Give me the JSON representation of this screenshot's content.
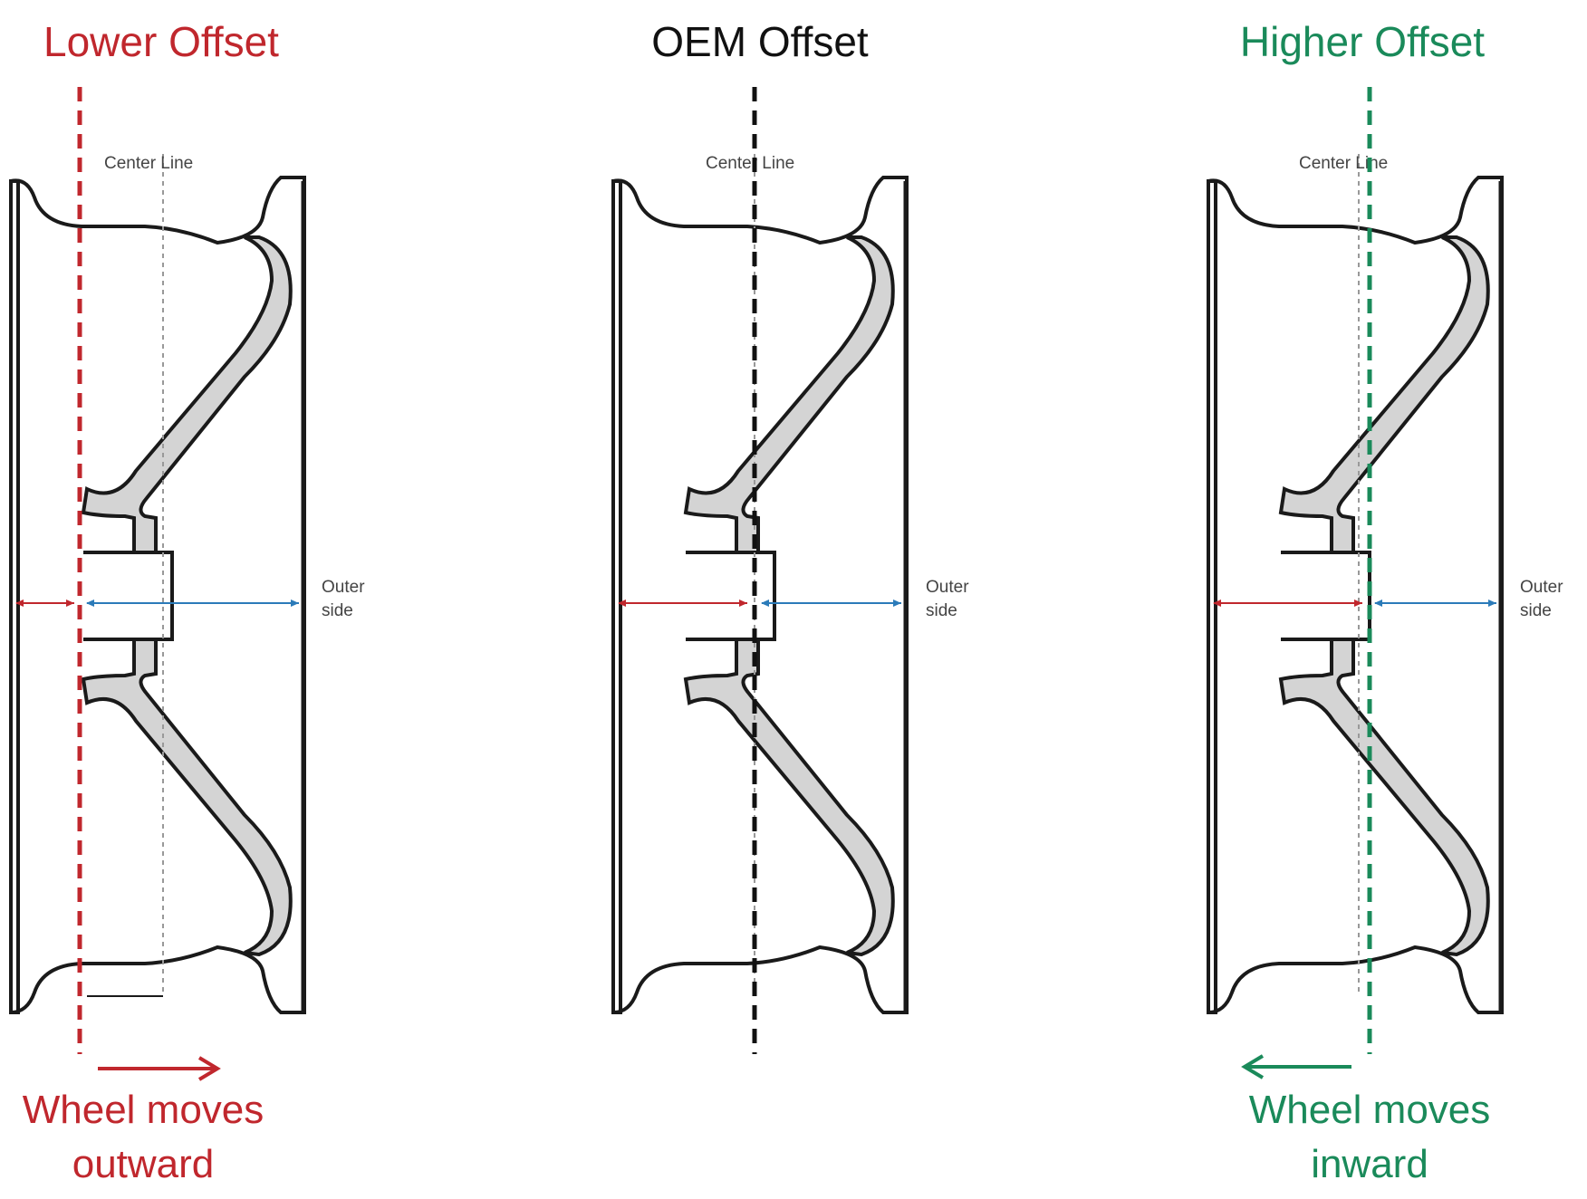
{
  "panels": [
    {
      "id": "lower",
      "title": "Lower Offset",
      "center_line_label": "Center Line",
      "outer_side_label": [
        "Outer",
        "side"
      ],
      "caption": [
        "Wheel moves",
        "outward"
      ],
      "color": "#c0272d",
      "arrow_direction": "right"
    },
    {
      "id": "oem",
      "title": "OEM Offset",
      "center_line_label": "Center Line",
      "outer_side_label": [
        "Outer",
        "side"
      ],
      "caption": [],
      "color": "#111111",
      "arrow_direction": "none"
    },
    {
      "id": "higher",
      "title": "Higher Offset",
      "center_line_label": "Center Line",
      "outer_side_label": [
        "Outer",
        "side"
      ],
      "caption": [
        "Wheel moves",
        "inward"
      ],
      "color": "#1a8a5a",
      "arrow_direction": "left"
    }
  ],
  "colors": {
    "wheel_outline": "#1a1a1a",
    "wheel_fill": "#d4d4d4",
    "inner_dimension": "#c0272d",
    "outer_dimension": "#2b7bb9",
    "center_line": "#999999"
  }
}
